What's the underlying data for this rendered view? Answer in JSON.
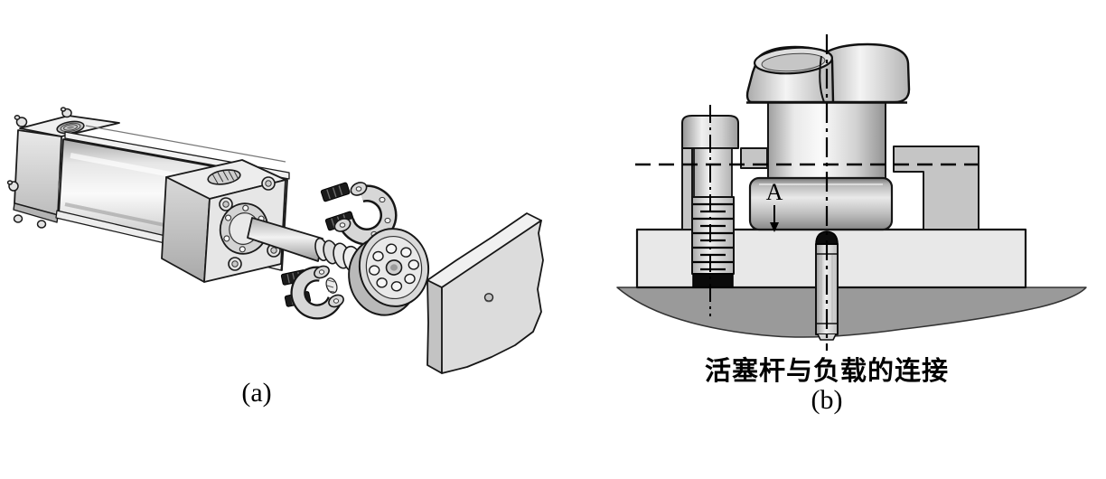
{
  "figure": {
    "panel_a": {
      "label": "(a)"
    },
    "panel_b": {
      "caption": "活塞杆与负载的连接",
      "label": "(b)",
      "gap_label": "A"
    },
    "colors": {
      "background": "#ffffff",
      "outline": "#1a1a1a",
      "metal_light": "#f2f2f2",
      "metal_mid": "#d6d6d6",
      "metal_dark": "#9a9a9a",
      "block_gray": "#c5c5c5",
      "plate_gray": "#e8e8e8",
      "ground_gray": "#9a9a9a",
      "screw_dark": "#141414",
      "label_text": "#000000"
    }
  }
}
